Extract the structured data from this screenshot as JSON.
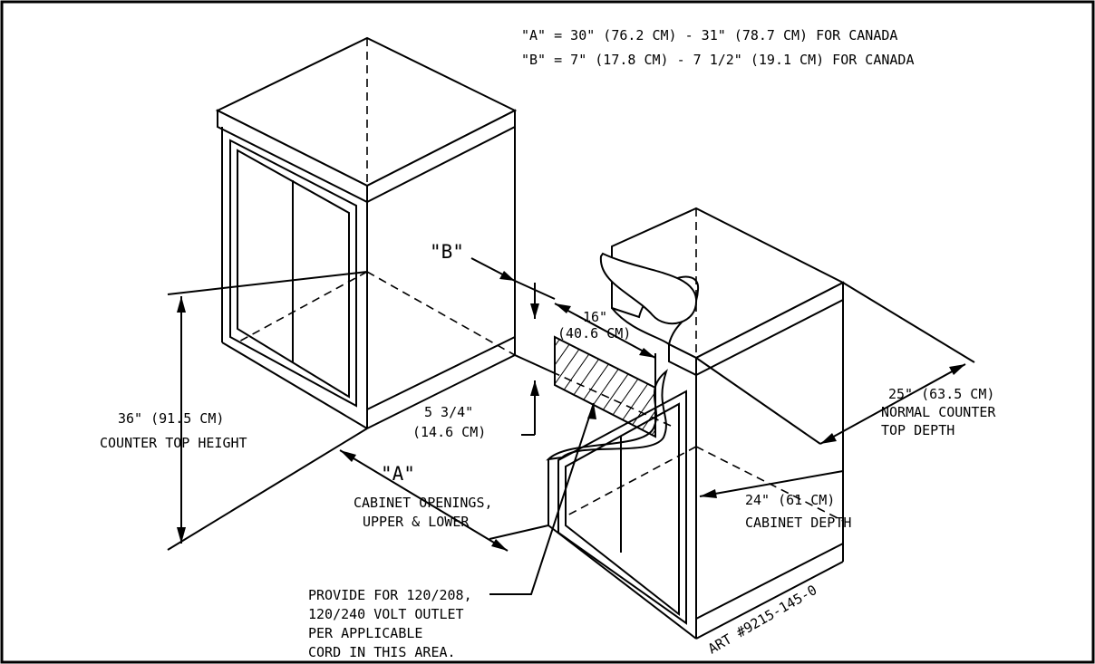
{
  "notes": {
    "line1": "\"A\" = 30\" (76.2 CM) - 31\" (78.7 CM) FOR CANADA",
    "line2": "\"B\" =  7\" (17.8 CM) - 7 1/2\" (19.1 CM) FOR CANADA"
  },
  "labels": {
    "b_marker": "\"B\"",
    "a_marker": "\"A\"",
    "opening_width_1": "16\"",
    "opening_width_2": "(40.6 CM)",
    "opening_height_1": "5 3/4\"",
    "opening_height_2": "(14.6 CM)",
    "counter_height_1": "36\" (91.5 CM)",
    "counter_height_2": "COUNTER TOP HEIGHT",
    "cabinet_openings_1": "CABINET OPENINGS,",
    "cabinet_openings_2": "UPPER & LOWER",
    "counter_depth_1": "25\" (63.5 CM)",
    "counter_depth_2": "NORMAL COUNTER",
    "counter_depth_3": "TOP DEPTH",
    "cabinet_depth_1": "24\" (61 CM)",
    "cabinet_depth_2": "CABINET DEPTH",
    "outlet_1": "PROVIDE FOR 120/208,",
    "outlet_2": "120/240 VOLT OUTLET",
    "outlet_3": "PER APPLICABLE",
    "outlet_4": "CORD IN THIS AREA.",
    "art_number": "ART #9215-145-0"
  }
}
